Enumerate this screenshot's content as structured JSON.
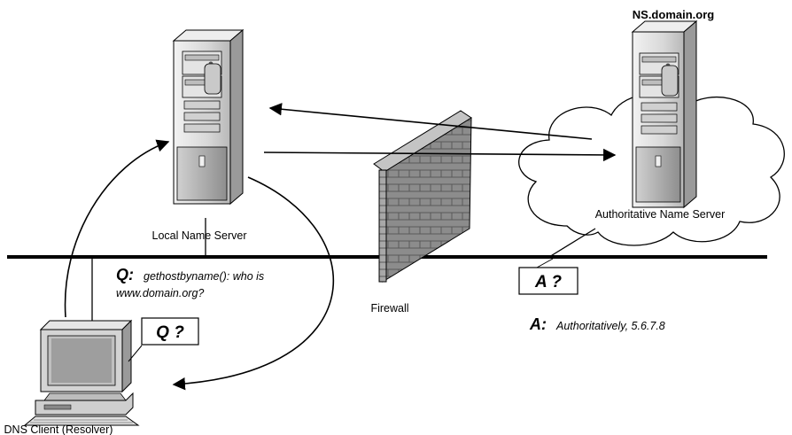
{
  "labels": {
    "ns_domain": "NS.domain.org",
    "local_server": "Local Name Server",
    "auth_server": "Authoritative Name Server",
    "firewall": "Firewall",
    "client": "DNS Client (Resolver)"
  },
  "query": {
    "prefix": "Q:",
    "line1": "gethostbyname(): who is",
    "line2": "www.domain.org?",
    "bubble": "Q ?"
  },
  "answer": {
    "prefix": "A:",
    "text": "Authoritatively, 5.6.7.8",
    "bubble": "A ?"
  },
  "colors": {
    "server_body": "#d6d6d6",
    "server_dark": "#8a8a8a",
    "firewall_brick": "#a9a9a9",
    "firewall_mortar": "#6f6f6f",
    "line": "#000000"
  }
}
